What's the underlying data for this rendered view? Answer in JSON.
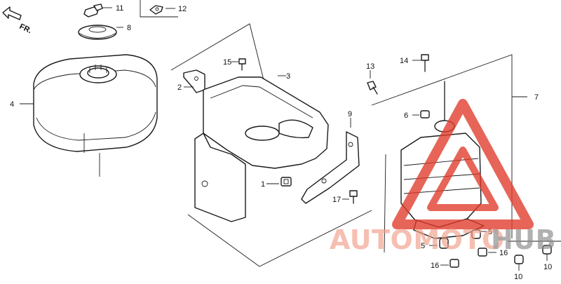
{
  "direction_label": "FR.",
  "callouts": {
    "c1": "1",
    "c2": "2",
    "c3": "3",
    "c4": "4",
    "c5a": "5",
    "c5b": "5",
    "c6": "6",
    "c7": "7",
    "c8": "8",
    "c9": "9",
    "c10a": "10",
    "c10b": "10",
    "c11": "11",
    "c12": "12",
    "c13": "13",
    "c14": "14",
    "c15": "15",
    "c16a": "16",
    "c16b": "16",
    "c17": "17"
  },
  "watermark": {
    "part1": "AUTOMOTO",
    "part2": "HUB",
    "color_main": "#f0a08a",
    "color_accent": "#8a8a8a",
    "triangle_color": "#e03a2a"
  }
}
